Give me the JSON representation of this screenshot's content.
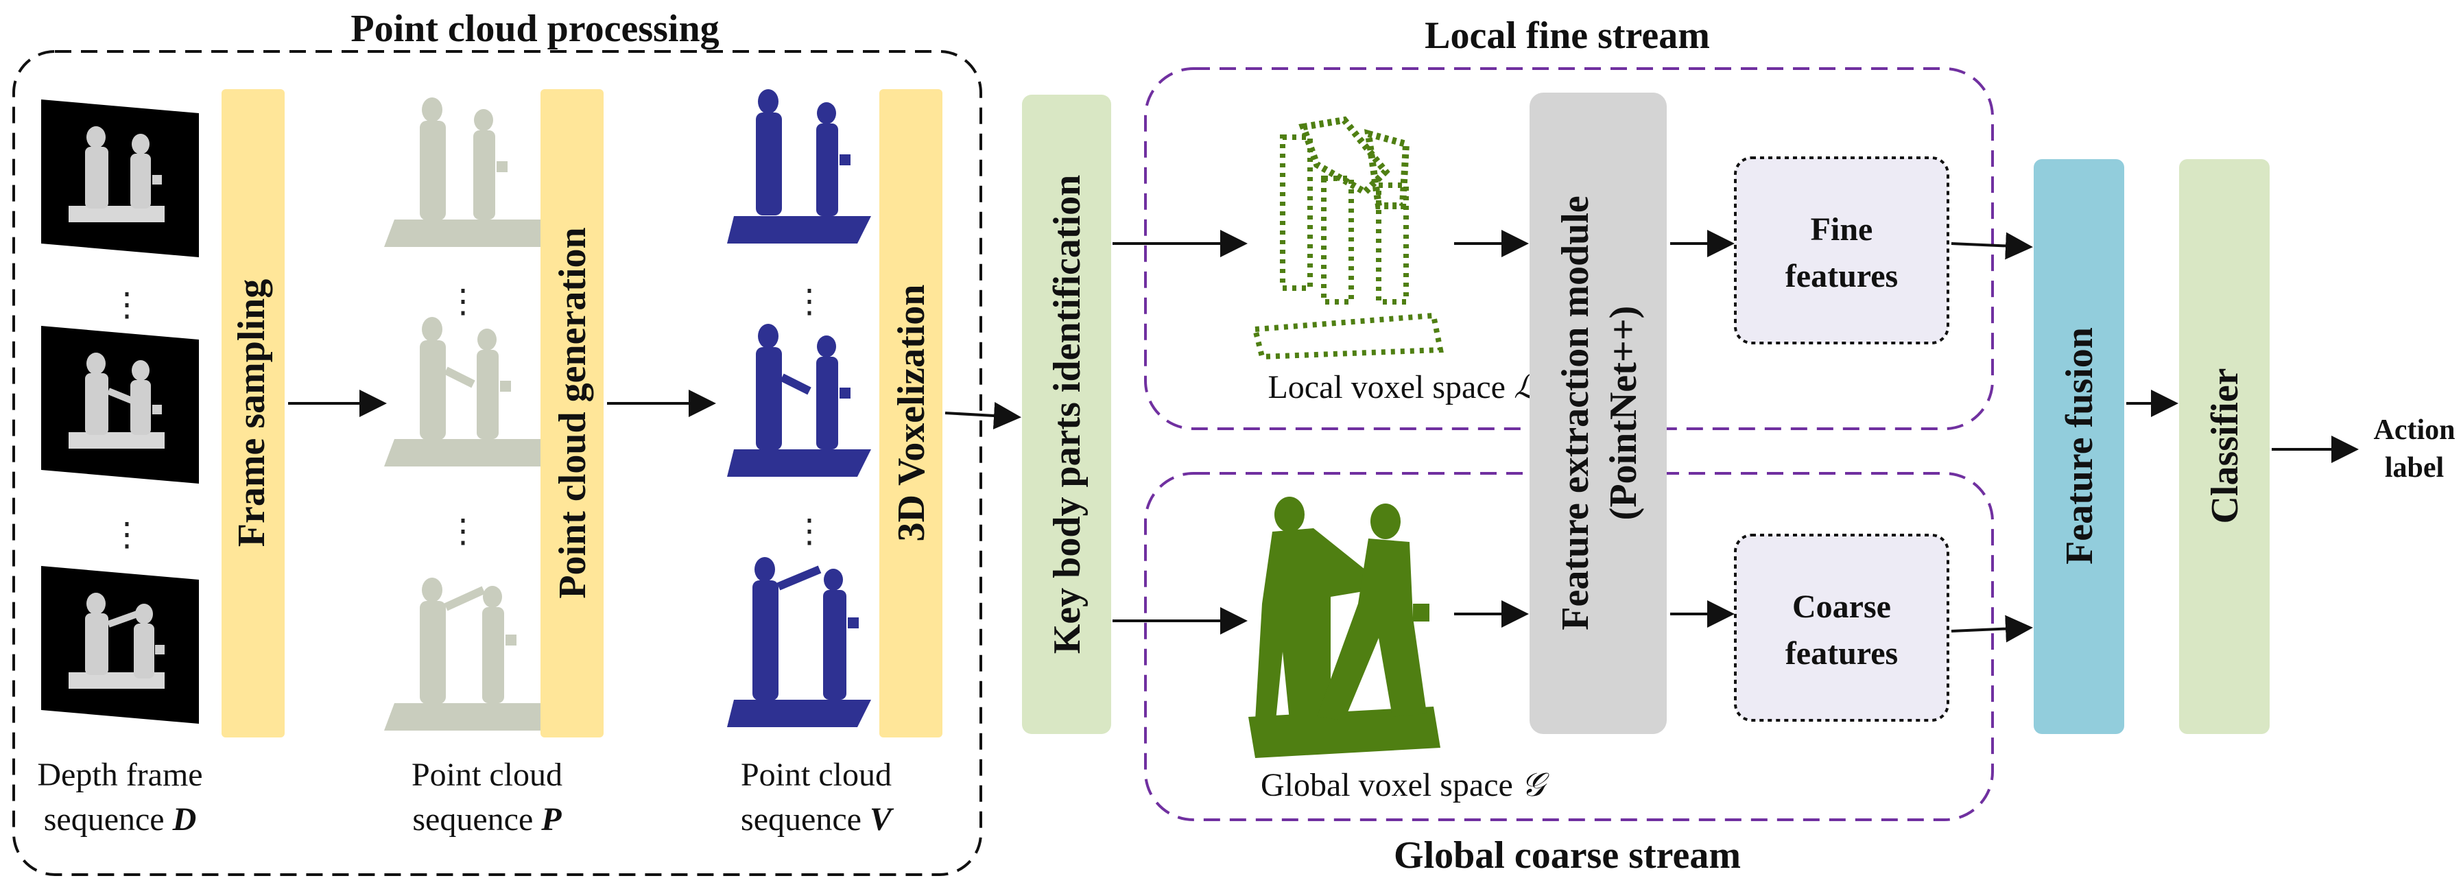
{
  "sections": {
    "processing_title": "Point cloud processing",
    "local_title": "Local fine stream",
    "global_title": "Global coarse stream"
  },
  "stages": {
    "frame_sampling": "Frame sampling",
    "point_cloud_generation": "Point cloud generation",
    "voxelization": "3D Voxelization",
    "key_body_parts": "Key body parts identification",
    "feature_extraction_line1": "Feature extraction module",
    "feature_extraction_line2": "(PointNet++)",
    "feature_fusion": "Feature fusion",
    "classifier": "Classifier"
  },
  "sequences": {
    "depth_line1": "Depth frame",
    "depth_line2": "sequence",
    "depth_symbol": "D",
    "pc_line1": "Point cloud",
    "pc_line2": "sequence",
    "pc_symbol": "P",
    "vox_line1": "Point cloud",
    "vox_line2": "sequence",
    "vox_symbol": "V"
  },
  "spaces": {
    "local_label": "Local voxel space",
    "local_symbol": "ℒ",
    "global_label": "Global voxel space",
    "global_symbol": "𝒢"
  },
  "features": {
    "fine_line1": "Fine",
    "fine_line2": "features",
    "coarse_line1": "Coarse",
    "coarse_line2": "features"
  },
  "output": {
    "line1": "Action",
    "line2": "label"
  },
  "ellipsis": "⋮",
  "colors": {
    "yellow_box": "#FFE699",
    "green_box": "#D9E7C4",
    "gray_box": "#D4D4D4",
    "lavender_box": "#EDEBF5",
    "teal_box": "#92CDDC",
    "purple_dash": "#7030A0",
    "depth_frame_bg": "#000000",
    "point_cloud_gray": "#C9CDBE",
    "voxel_blue": "#2E3192",
    "voxel_green": "#4F7F12"
  }
}
